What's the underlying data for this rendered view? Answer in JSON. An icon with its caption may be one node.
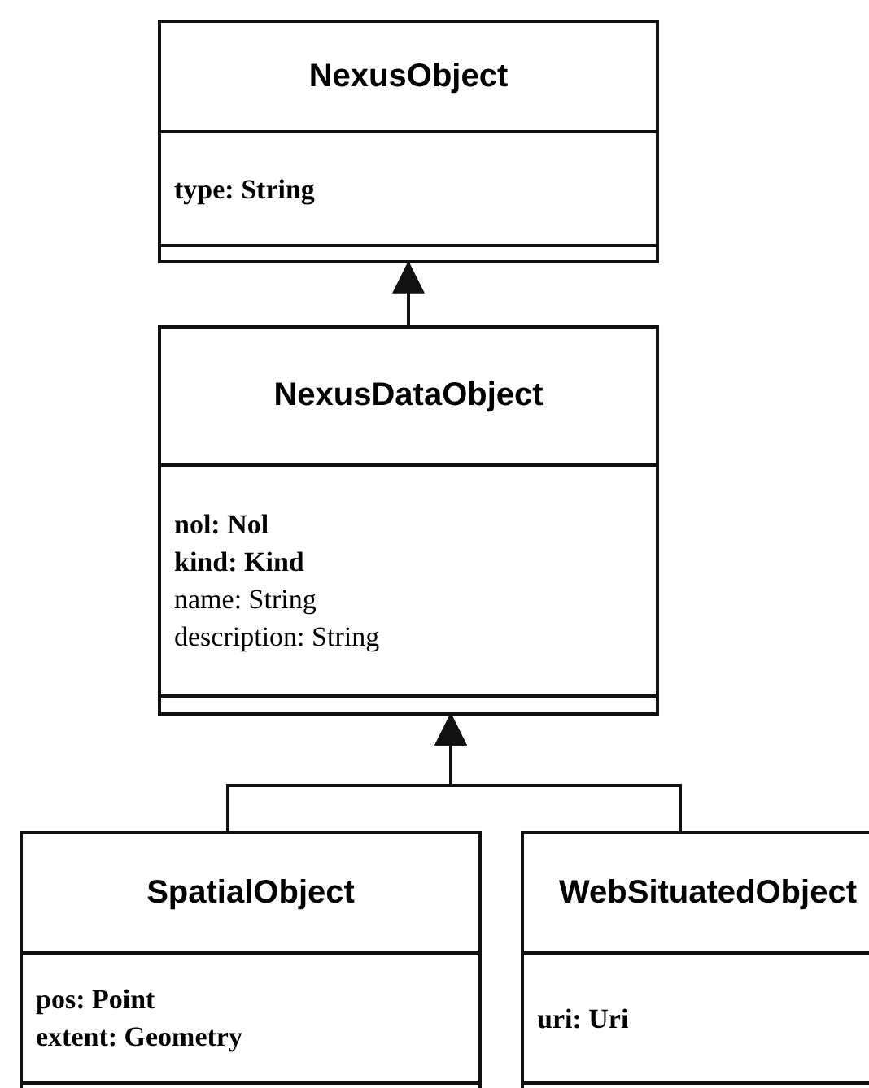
{
  "diagram": {
    "nodes": [
      {
        "text": [
          "NexusObject",
          "**type: String**"
        ]
      },
      {
        "text": [
          "NexusDataObject",
          "**nol: Nol**",
          "**kind: Kind**",
          "name: String",
          "description: String"
        ]
      },
      {
        "text": [
          "SpatialObject",
          "**pos: Point**",
          "**extent: Geometry**"
        ]
      },
      {
        "text": [
          "WebSituatedObject",
          "**uri: Uri**"
        ]
      }
    ],
    "edges": [
      {
        "from": 1,
        "to": 0,
        "arrow": "to"
      },
      {
        "from": 2,
        "to": 1,
        "arrow": "to"
      },
      {
        "from": 3,
        "to": 1,
        "arrow": "to"
      }
    ]
  }
}
